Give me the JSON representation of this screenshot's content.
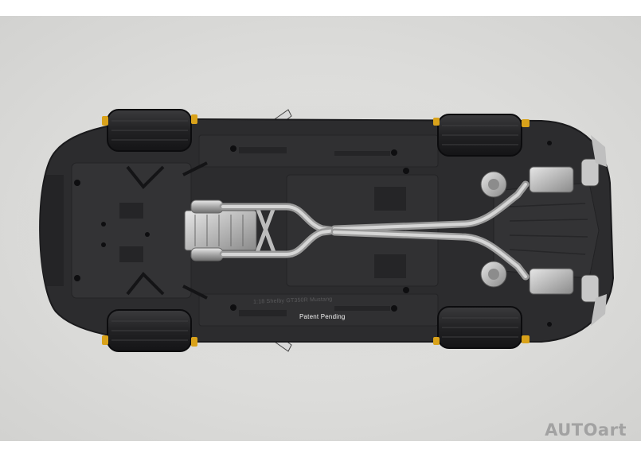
{
  "photo": {
    "subject": "1:18 Shelby GT350R Mustang die-cast model, underside view",
    "background_color": "#dcdcda",
    "body_color": "#2c2c2e",
    "accent_color": "#d9a21a"
  },
  "labels": {
    "patent": "Patent Pending",
    "model_stamp": "1:18 Shelby GT350R Mustang"
  },
  "brand": {
    "logo_text": "AUTOart"
  }
}
